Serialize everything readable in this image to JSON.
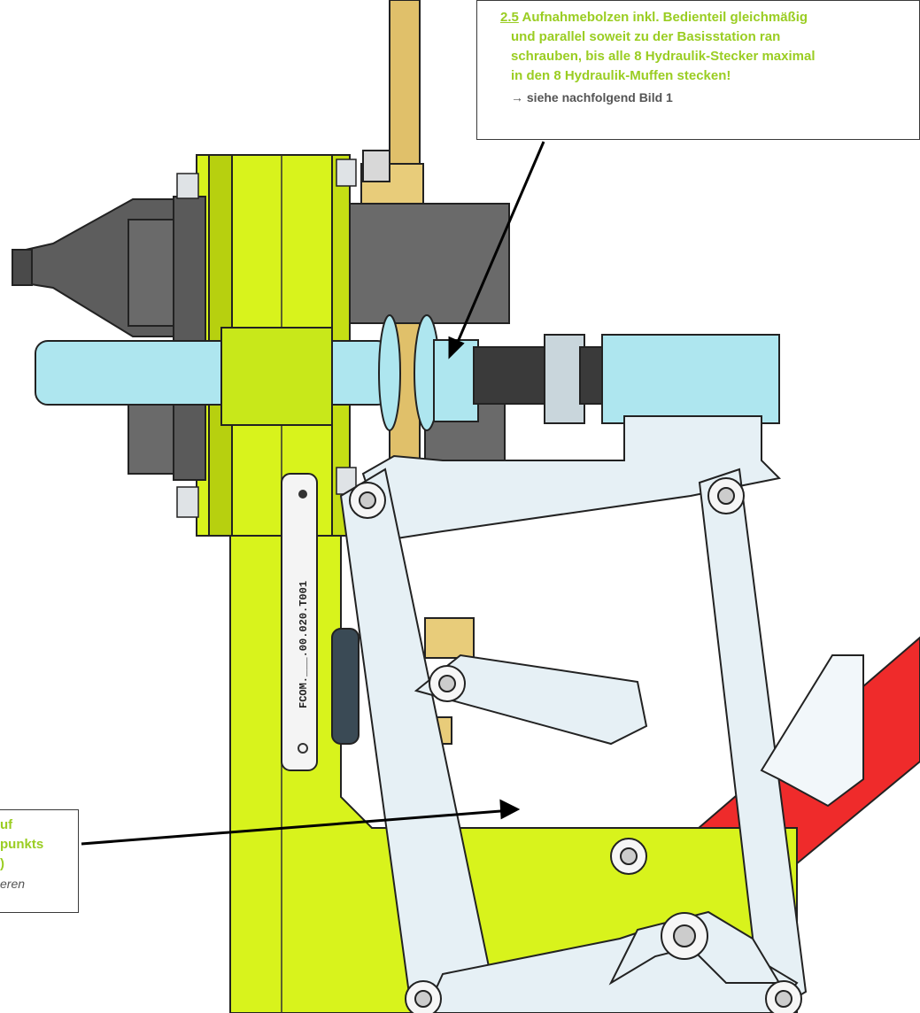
{
  "colors": {
    "frame_yellow": "#d8f31c",
    "frame_shade": "#b7d00f",
    "link_blue": "#e6f0f5",
    "bolt_cyan": "#aee6ef",
    "gold": "#e0c06a",
    "dark_grey": "#5d5d5d",
    "red": "#ef2b2b",
    "callout_green": "#9acd22"
  },
  "callout_top": {
    "step_number": "2.5",
    "line1": "Aufnahmebolzen inkl. Bedienteil gleichmäßig",
    "line2": "und parallel soweit zu der Basisstation ran",
    "line3": "schrauben, bis alle 8 Hydraulik-Stecker maximal",
    "line4": "in den 8 Hydraulik-Muffen stecken!",
    "reference": "→ siehe nachfolgend Bild 1"
  },
  "callout_left": {
    "line1": "uf",
    "line2": "punkts",
    "line3": ")",
    "note": "eren"
  },
  "nameplate": {
    "text": "FCOM.___.00.020.T001"
  }
}
